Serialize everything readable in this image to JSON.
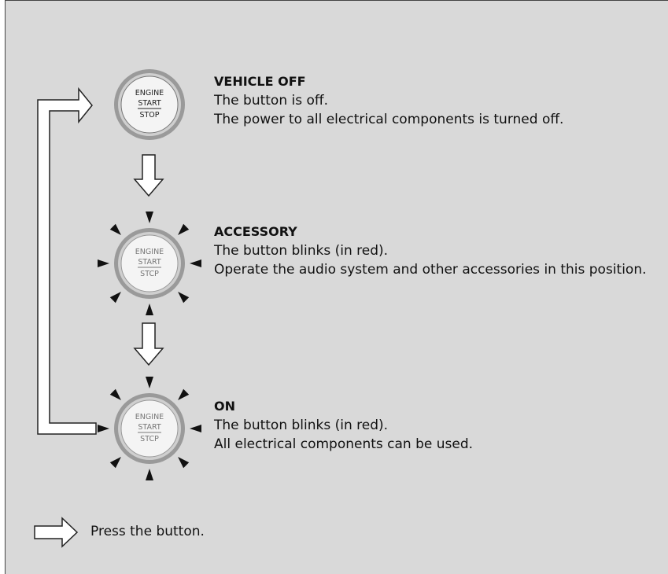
{
  "states": [
    {
      "title": "VEHICLE OFF",
      "lines": [
        "The button is off.",
        "The power to all electrical components is turned off."
      ]
    },
    {
      "title": "ACCESSORY",
      "lines": [
        "The button blinks (in red).",
        "Operate the audio system and other accessories in this position."
      ]
    },
    {
      "title": "ON",
      "lines": [
        "The button blinks (in red).",
        "All electrical components can be used."
      ]
    }
  ],
  "button_labels": {
    "engine": "ENGINE",
    "start": "START",
    "stop": "STOP",
    "stop_blinking": "STCP"
  },
  "legend": {
    "text": "Press the button."
  },
  "colors": {
    "panel_bg": "#d9d9d9",
    "arrow_fill": "#ffffff",
    "arrow_stroke": "#222222",
    "button_ring": "#999999",
    "text_off": "#222222",
    "text_blink": "#777777"
  }
}
